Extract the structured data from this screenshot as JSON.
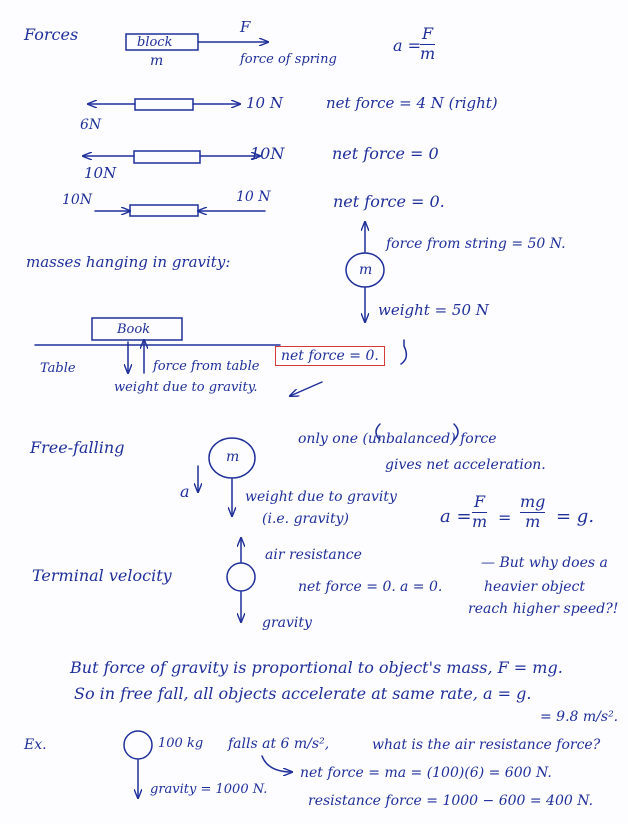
{
  "colors": {
    "ink": "#1f2f9a",
    "highlight": "#d43a3a"
  },
  "forces": {
    "title": "Forces",
    "block_label": "block",
    "mass_label": "m",
    "force_label": "F",
    "spring_label": "force of spring",
    "newton_law": {
      "lhs": "a =",
      "num": "F",
      "den": "m"
    }
  },
  "examples": [
    {
      "left": "6N",
      "right": "10 N",
      "result": "net force = 4 N (right)"
    },
    {
      "left": "10N",
      "right": "10N",
      "result": "net force = 0"
    },
    {
      "left": "10N",
      "right": "10 N",
      "result": "net force = 0."
    }
  ],
  "hanging": {
    "title": "masses hanging in gravity:",
    "mass_label": "m",
    "up_label": "force from string = 50 N.",
    "down_label": "weight = 50 N"
  },
  "table": {
    "book_label": "Book",
    "table_label": "Table",
    "up_label": "force from table",
    "down_label": "weight due to gravity.",
    "net_label": "net force = 0."
  },
  "free_fall": {
    "title": "Free-falling",
    "mass_label": "m",
    "accel_label": "a",
    "weight_label": "weight due to gravity",
    "ie_label": "(i.e. gravity)",
    "note_line1": "only one (unbalanced) force",
    "note_line2": "gives net acceleration.",
    "eq_lhs": "a =",
    "eq_f1_num": "F",
    "eq_f1_den": "m",
    "eq_mid": "=",
    "eq_f2_num": "mg",
    "eq_f2_den": "m",
    "eq_end": "= g."
  },
  "terminal": {
    "title": "Terminal velocity",
    "air_label": "air resistance",
    "net_label": "net force = 0.",
    "a_label": "a = 0.",
    "gravity_label": "gravity",
    "question_line1": "— But why does a",
    "question_line2": "heavier object",
    "question_line3": "reach higher speed?!"
  },
  "explanation": {
    "line1": "But force of gravity is proportional to object's mass, F = mg.",
    "line2": "So in free fall, all objects accelerate at same rate, a = g.",
    "line3": "= 9.8 m/s²."
  },
  "example_problem": {
    "label": "Ex.",
    "mass_label": "100 kg",
    "gravity_label": "gravity = 1000 N.",
    "falls_label": "falls at 6 m/s²,",
    "question": "what is the air resistance force?",
    "net_line": "net force = ma = (100)(6) = 600 N.",
    "resist_line": "resistance force = 1000 − 600 = 400 N."
  }
}
